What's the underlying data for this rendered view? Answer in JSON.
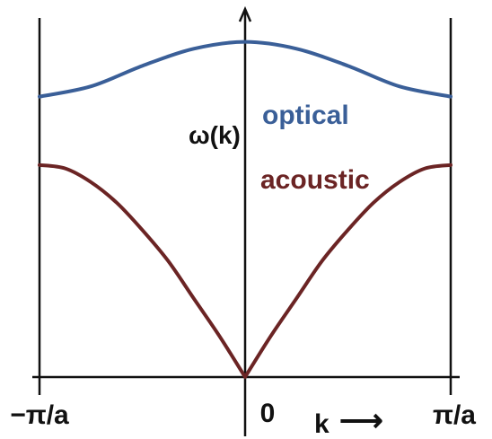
{
  "chart_data": {
    "type": "line",
    "title": "",
    "xlabel": "k",
    "ylabel": "ω(k)",
    "x_ticks": [
      "−π/a",
      "0",
      "π/a"
    ],
    "xlim": [
      -1,
      1
    ],
    "ylim": [
      0,
      1.05
    ],
    "grid": false,
    "legend": "inline-labels",
    "x_arrow_glyph": "⟶",
    "series": [
      {
        "name": "optical",
        "color": "#3a5f98",
        "x": [
          -1,
          -0.75,
          -0.5,
          -0.25,
          0,
          0.25,
          0.5,
          0.75,
          1
        ],
        "y": [
          0.82,
          0.85,
          0.91,
          0.96,
          0.98,
          0.96,
          0.91,
          0.85,
          0.82
        ]
      },
      {
        "name": "acoustic",
        "color": "#6b2424",
        "x": [
          -1,
          -0.875,
          -0.75,
          -0.625,
          -0.5,
          -0.375,
          -0.25,
          -0.125,
          0,
          0.125,
          0.25,
          0.375,
          0.5,
          0.625,
          0.75,
          0.875,
          1
        ],
        "y": [
          0.62,
          0.61,
          0.57,
          0.51,
          0.43,
          0.34,
          0.23,
          0.12,
          0,
          0.12,
          0.23,
          0.34,
          0.43,
          0.51,
          0.57,
          0.61,
          0.62
        ]
      }
    ],
    "boundary_lines_at_x": [
      -1,
      1
    ]
  }
}
